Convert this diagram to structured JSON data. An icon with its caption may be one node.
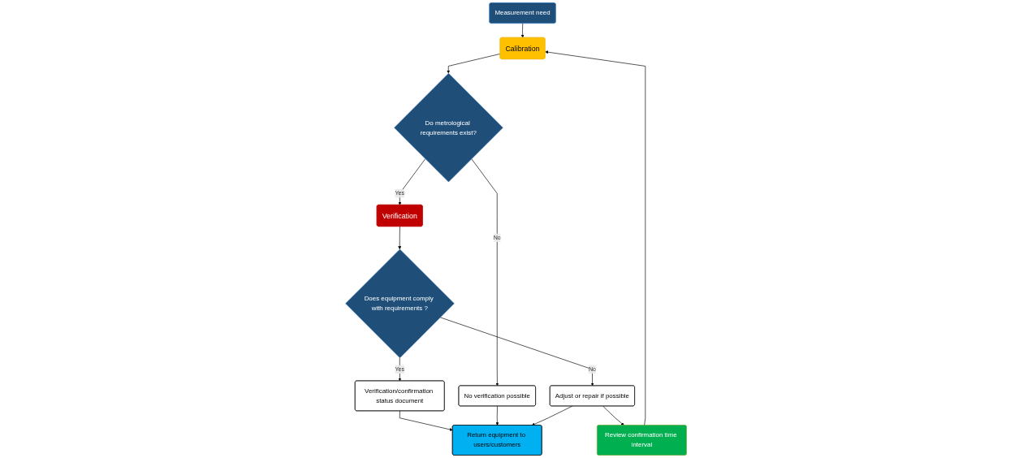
{
  "diagram": {
    "nodes": [
      {
        "text": [
          "Measurement need"
        ]
      },
      {
        "text": [
          "Calibration"
        ]
      },
      {
        "text": [
          "Do metrological requirements exist?"
        ]
      },
      {
        "text": [
          "Verification"
        ]
      },
      {
        "text": [
          "No verification possible"
        ]
      },
      {
        "text": [
          "Does equipment comply with requirements ?"
        ]
      },
      {
        "text": [
          "Verification/confirmation status document"
        ]
      },
      {
        "text": [
          "Adjust or repair if possible"
        ]
      },
      {
        "text": [
          "Return equipment to users/customers"
        ]
      },
      {
        "text": [
          "Review confirmation time interval"
        ]
      }
    ],
    "edges": [
      {
        "from": 0,
        "to": 1,
        "arrow": "to"
      },
      {
        "from": 1,
        "to": 2,
        "arrow": "to"
      },
      {
        "from": 2,
        "to": 3,
        "label": "Yes",
        "arrow": "to"
      },
      {
        "from": 2,
        "to": 4,
        "label": "No",
        "arrow": "to"
      },
      {
        "from": 3,
        "to": 5,
        "arrow": "to"
      },
      {
        "from": 5,
        "to": 6,
        "label": "Yes",
        "arrow": "to"
      },
      {
        "from": 5,
        "to": 7,
        "label": "No",
        "arrow": "to"
      },
      {
        "from": 6,
        "to": 8,
        "arrow": "to"
      },
      {
        "from": 4,
        "to": 8,
        "arrow": "to"
      },
      {
        "from": 7,
        "to": 8,
        "arrow": "to"
      },
      {
        "from": 7,
        "to": 9,
        "arrow": "to"
      },
      {
        "from": 9,
        "to": 1,
        "arrow": "to"
      }
    ]
  }
}
